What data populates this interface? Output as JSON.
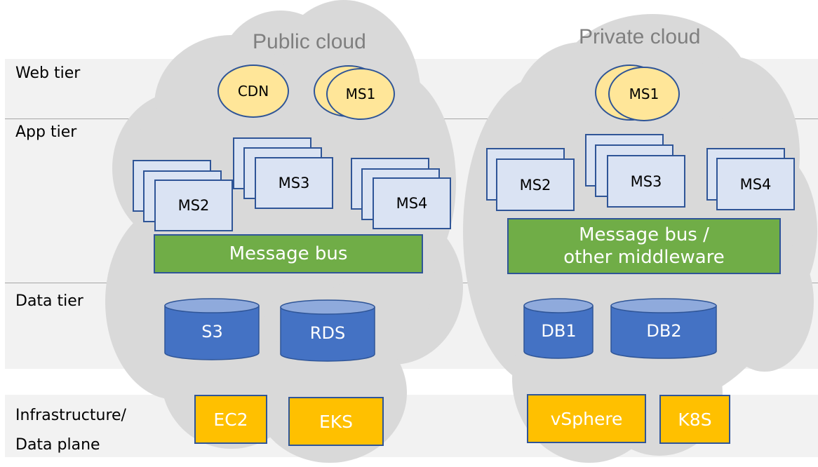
{
  "tiers": [
    {
      "label": "Web tier"
    },
    {
      "label": "App tier"
    },
    {
      "label": "Data tier"
    },
    {
      "label": "Infrastructure/\nData plane"
    }
  ],
  "clouds": {
    "public": {
      "title": "Public cloud",
      "web": [
        {
          "label": "CDN",
          "stacked": false
        },
        {
          "label": "MS1",
          "stacked": true
        }
      ],
      "app": [
        {
          "label": "MS2",
          "copies": 3
        },
        {
          "label": "MS3",
          "copies": 3
        },
        {
          "label": "MS4",
          "copies": 3
        }
      ],
      "bus": "Message bus",
      "data": [
        {
          "label": "S3"
        },
        {
          "label": "RDS"
        }
      ],
      "infra": [
        {
          "label": "EC2"
        },
        {
          "label": "EKS"
        }
      ]
    },
    "private": {
      "title": "Private cloud",
      "web": [
        {
          "label": "MS1",
          "stacked": true
        }
      ],
      "app": [
        {
          "label": "MS2",
          "copies": 2
        },
        {
          "label": "MS3",
          "copies": 3
        },
        {
          "label": "MS4",
          "copies": 2
        }
      ],
      "bus": "Message bus /\nother middleware",
      "data": [
        {
          "label": "DB1"
        },
        {
          "label": "DB2"
        }
      ],
      "infra": [
        {
          "label": "vSphere"
        },
        {
          "label": "K8S"
        }
      ]
    }
  },
  "colors": {
    "band": "#f2f2f2",
    "cloud": "#d9d9d9",
    "web_node": "#ffe699",
    "app_node": "#dae3f3",
    "bus": "#70ad47",
    "database": "#4472c4",
    "database_top": "#8faadc",
    "infra": "#ffc000",
    "outline": "#2f5597"
  }
}
